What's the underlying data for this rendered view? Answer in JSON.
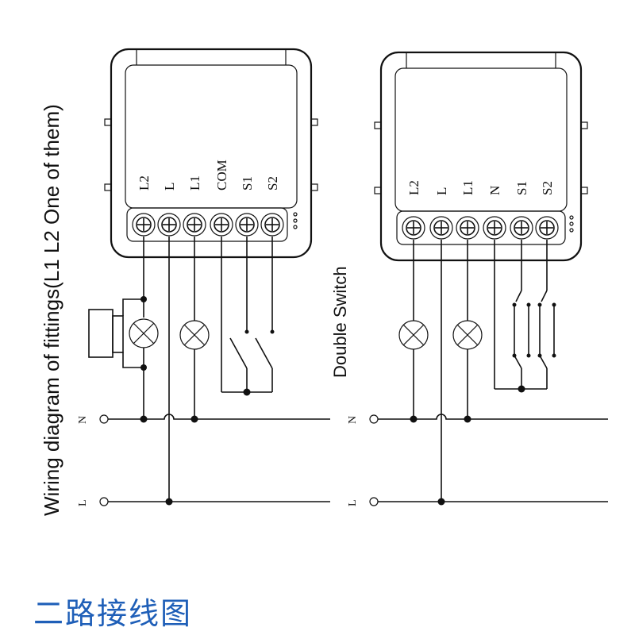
{
  "vertical_title": "Wiring diagram of fittings(L1 L2 One of them)",
  "right_title": "Double Switch",
  "caption": "二路接线图",
  "caption_color": "#1f5fb8",
  "left_device": {
    "terminals": [
      "L2",
      "L",
      "L1",
      "COM",
      "S1",
      "S2"
    ]
  },
  "right_device": {
    "terminals": [
      "L2",
      "L",
      "L1",
      "N",
      "S1",
      "S2"
    ]
  },
  "bus": {
    "neutral_label": "N",
    "line_label": "L"
  }
}
